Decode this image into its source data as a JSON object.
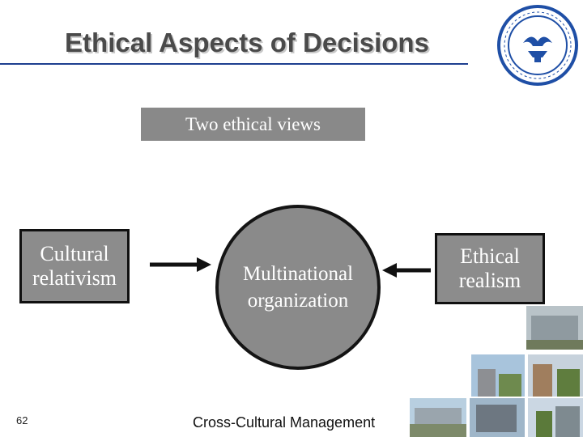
{
  "slide": {
    "title": "Ethical Aspects of Decisions",
    "views_label": "Two ethical views",
    "left_label": "Cultural relativism",
    "center_label": "Multinational organization",
    "right_label": "Ethical realism",
    "slide_number": "62",
    "footer": "Cross-Cultural Management"
  },
  "colors": {
    "title_rule": "#1e3f8f",
    "logo_blue": "#1f4fa6",
    "box_gray": "#8c8c8c"
  },
  "icons": {
    "logo": "university-seal-icon",
    "left_arrow": "arrow-right-icon",
    "right_arrow": "arrow-left-icon"
  }
}
